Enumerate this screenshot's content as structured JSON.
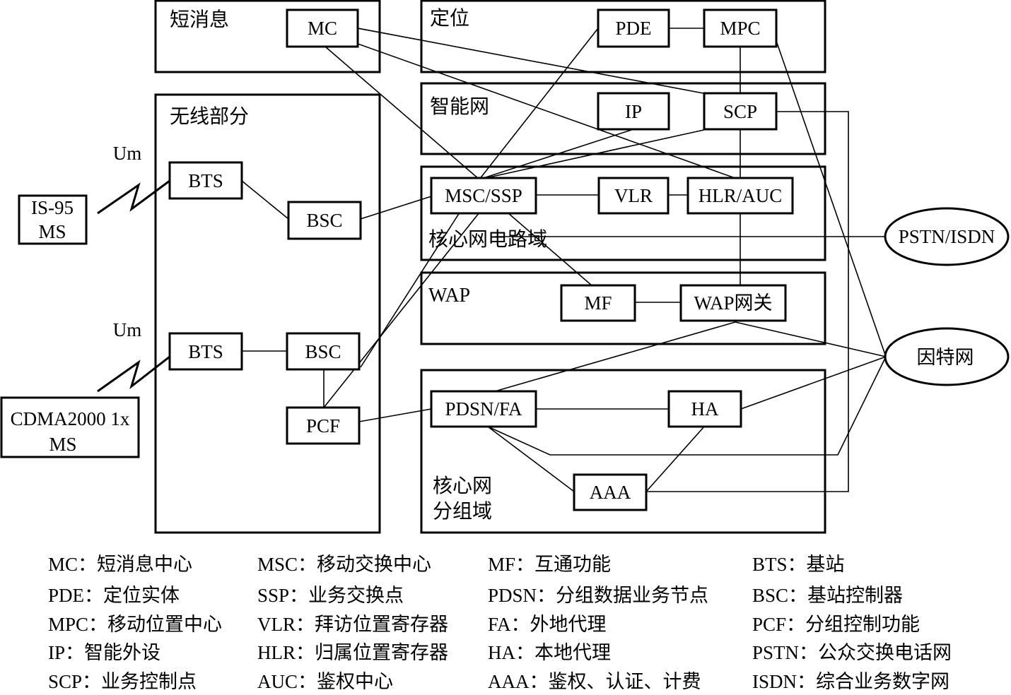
{
  "groups": {
    "sms": "短消息",
    "location": "定位",
    "wireless": "无线部分",
    "intelligent_network": "智能网",
    "core_circuit": "核心网电路域",
    "wap": "WAP",
    "core_packet_line1": "核心网",
    "core_packet_line2": "分组域"
  },
  "nodes": {
    "mc": "MC",
    "pde": "PDE",
    "mpc": "MPC",
    "ip": "IP",
    "scp": "SCP",
    "bts1": "BTS",
    "bsc1": "BSC",
    "bts2": "BTS",
    "bsc2": "BSC",
    "pcf": "PCF",
    "msc_ssp": "MSC/SSP",
    "vlr": "VLR",
    "hlr_auc": "HLR/AUC",
    "mf": "MF",
    "wap_gateway": "WAP网关",
    "pdsn_fa": "PDSN/FA",
    "ha": "HA",
    "aaa": "AAA",
    "is95_line1": "IS-95",
    "is95_line2": "MS",
    "cdma_line1": "CDMA2000 1x",
    "cdma_line2": "MS",
    "pstn_isdn": "PSTN/ISDN",
    "internet": "因特网",
    "um1": "Um",
    "um2": "Um"
  },
  "legend": [
    [
      "MC：短消息中心",
      "PDE：定位实体",
      "MPC：移动位置中心",
      "IP：智能外设",
      "SCP：业务控制点"
    ],
    [
      "MSC：移动交换中心",
      "SSP：业务交换点",
      "VLR：拜访位置寄存器",
      "HLR：归属位置寄存器",
      "AUC：鉴权中心"
    ],
    [
      "MF：互通功能",
      "PDSN：分组数据业务节点",
      "FA：外地代理",
      "HA：本地代理",
      "AAA：鉴权、认证、计费"
    ],
    [
      "BTS：基站",
      "BSC：基站控制器",
      "PCF：分组控制功能",
      "PSTN：公众交换电话网",
      "ISDN：综合业务数字网"
    ]
  ]
}
